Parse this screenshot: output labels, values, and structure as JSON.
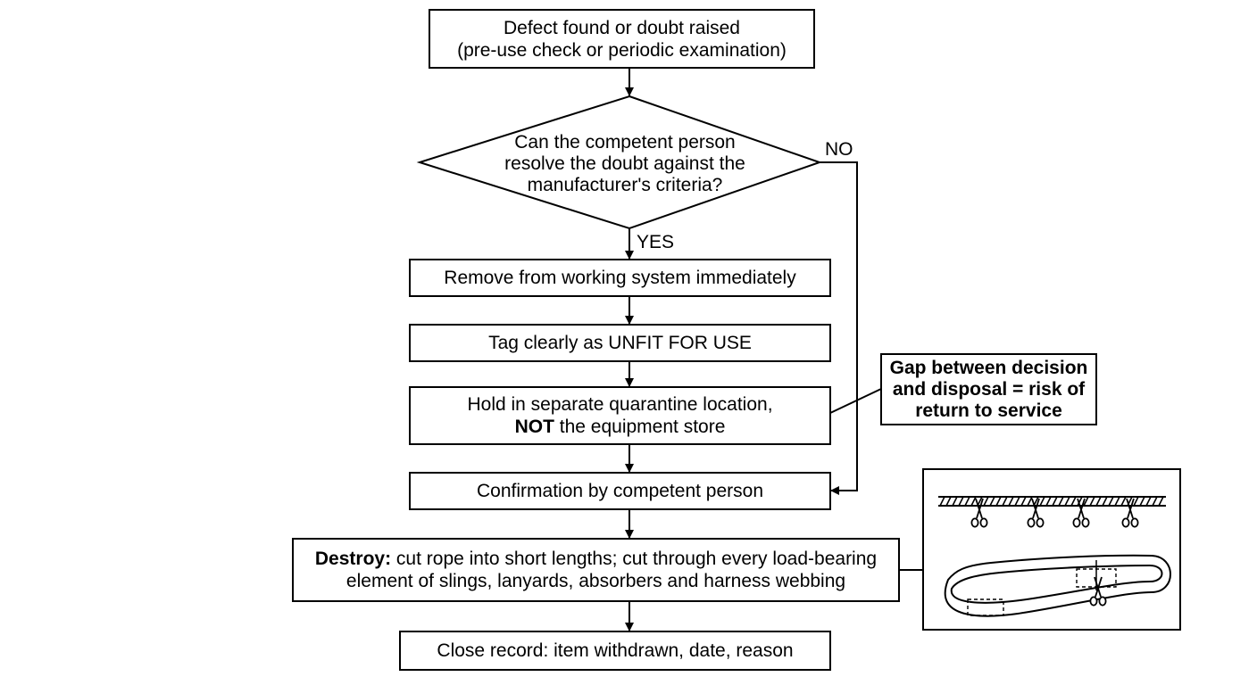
{
  "start": {
    "line1": "Defect found or doubt raised",
    "line2": "(pre-use check or periodic examination)"
  },
  "decision": {
    "line1": "Can the competent person",
    "line2": "resolve the doubt against the",
    "line3": "manufacturer's criteria?",
    "no_label": "NO",
    "yes_label": "YES"
  },
  "steps": {
    "remove": "Remove from working system immediately",
    "tag": "Tag clearly as UNFIT FOR USE",
    "hold_line1": "Hold in separate quarantine location,",
    "hold_bold": "NOT",
    "hold_rest": " the equipment store",
    "confirm": "Confirmation by competent person",
    "destroy_bold": "Destroy:",
    "destroy_line1_rest": " cut rope into short lengths; cut through every load-bearing",
    "destroy_line2": "element of slings, lanyards, absorbers and harness webbing",
    "close": "Close record: item withdrawn, date, reason"
  },
  "callout": {
    "line1": "Gap between decision",
    "line2": "and disposal = risk of",
    "line3": "return to service"
  },
  "illustration": {
    "rope_icon": "rope-with-scissors-icon",
    "sling_icon": "sling-with-scissors-icon",
    "scissors_count": 5
  }
}
